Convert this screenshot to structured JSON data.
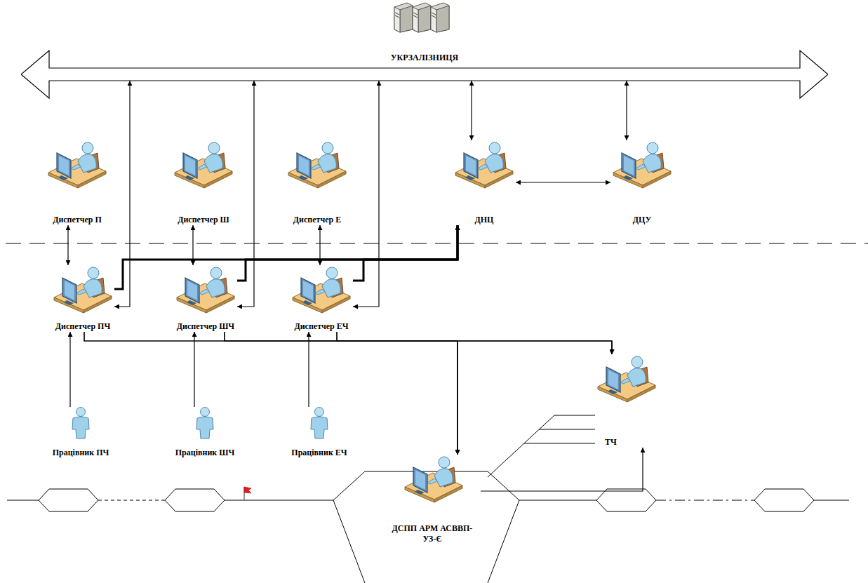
{
  "diagram": {
    "nodes": [
      {
        "text": [
          "УКРЗАЛІЗНИЦЯ"
        ]
      },
      {
        "text": [
          "Диспетчер П"
        ]
      },
      {
        "text": [
          "Диспетчер Ш"
        ]
      },
      {
        "text": [
          "Диспетчер Е"
        ]
      },
      {
        "text": [
          "ДНЦ"
        ]
      },
      {
        "text": [
          "ДЦУ"
        ]
      },
      {
        "text": [
          "Диспетчер ПЧ"
        ]
      },
      {
        "text": [
          "Диспетчер ШЧ"
        ]
      },
      {
        "text": [
          "Диспетчер ЕЧ"
        ]
      },
      {
        "text": [
          "ТЧ"
        ]
      },
      {
        "text": [
          "Працівник ПЧ"
        ]
      },
      {
        "text": [
          "Працівник ШЧ"
        ]
      },
      {
        "text": [
          "Працівник ЕЧ"
        ]
      },
      {
        "text": [
          "ДСПП АРМ АСВВП-УЗ-Є"
        ]
      }
    ],
    "edges": [
      {
        "from": 0,
        "to": 4,
        "arrow": "both"
      },
      {
        "from": 0,
        "to": 5,
        "arrow": "both"
      },
      {
        "from": 4,
        "to": 5,
        "arrow": "both"
      },
      {
        "from": 6,
        "to": 0,
        "arrow": "both"
      },
      {
        "from": 7,
        "to": 0,
        "arrow": "both"
      },
      {
        "from": 8,
        "to": 0,
        "arrow": "both"
      },
      {
        "from": 1,
        "to": 6,
        "arrow": "both"
      },
      {
        "from": 2,
        "to": 7,
        "arrow": "both"
      },
      {
        "from": 3,
        "to": 8,
        "arrow": "both"
      },
      {
        "from": 6,
        "to": 4,
        "arrow": "to"
      },
      {
        "from": 7,
        "to": 4,
        "arrow": "to"
      },
      {
        "from": 8,
        "to": 4,
        "arrow": "to"
      },
      {
        "from": 10,
        "to": 6,
        "arrow": "to"
      },
      {
        "from": 11,
        "to": 7,
        "arrow": "to"
      },
      {
        "from": 12,
        "to": 8,
        "arrow": "to"
      },
      {
        "from": 6,
        "to": 9,
        "arrow": "to"
      },
      {
        "from": 7,
        "to": 9,
        "arrow": "to"
      },
      {
        "from": 8,
        "to": 9,
        "arrow": "to"
      },
      {
        "from": 6,
        "to": 13,
        "arrow": "to"
      },
      {
        "from": 7,
        "to": 13,
        "arrow": "to"
      },
      {
        "from": 8,
        "to": 13,
        "arrow": "to"
      },
      {
        "from": 13,
        "to": 9,
        "arrow": "to"
      }
    ]
  }
}
